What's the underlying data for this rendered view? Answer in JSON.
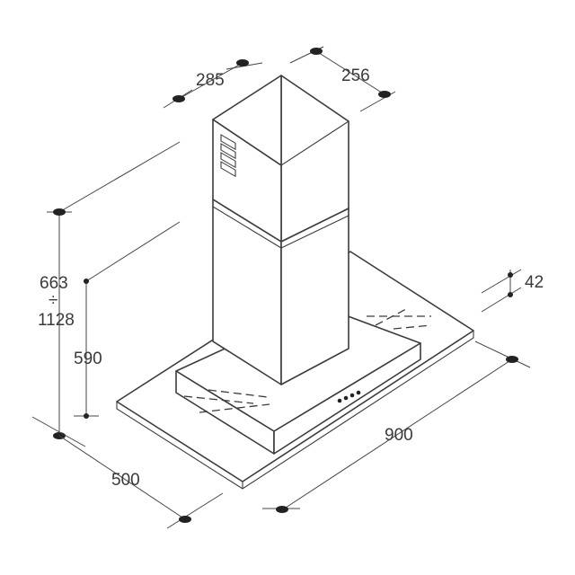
{
  "dimensions": {
    "chimney_depth": "285",
    "chimney_width": "256",
    "height_range_top": "663",
    "height_range_separator": "÷",
    "height_range_bottom": "1128",
    "glass_to_canopy": "590",
    "glass_thickness": "42",
    "width": "900",
    "depth": "500"
  },
  "colors": {
    "line": "#3c3c3c",
    "text": "#3a3a3a",
    "background": "#ffffff"
  }
}
